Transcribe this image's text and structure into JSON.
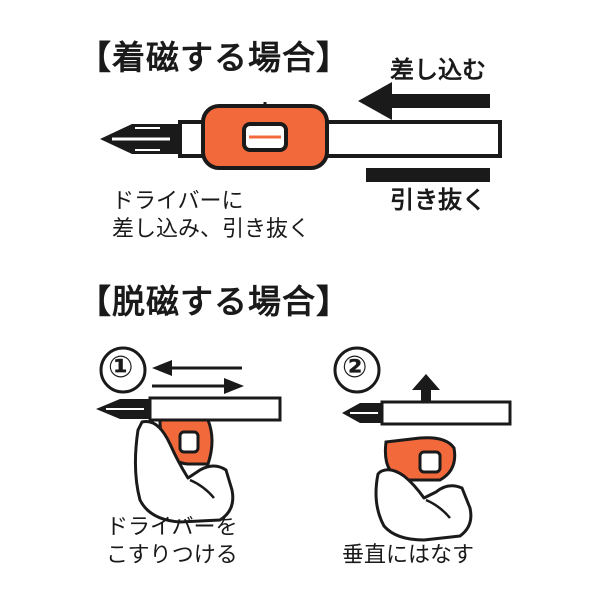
{
  "magnetize": {
    "heading": "【着磁する場合】",
    "insert_label": "差し込む",
    "pull_label": "引き抜く",
    "caption_line1": "ドライバーに",
    "caption_line2": "差し込み、引き抜く"
  },
  "demagnetize": {
    "heading": "【脱磁する場合】",
    "step1": {
      "number": "①",
      "caption_line1": "ドライバーを",
      "caption_line2": "こすりつける"
    },
    "step2": {
      "number": "②",
      "caption": "垂直にはなす"
    }
  },
  "colors": {
    "tool_orange": "#f26a3c",
    "outline": "#1a1a1a"
  }
}
